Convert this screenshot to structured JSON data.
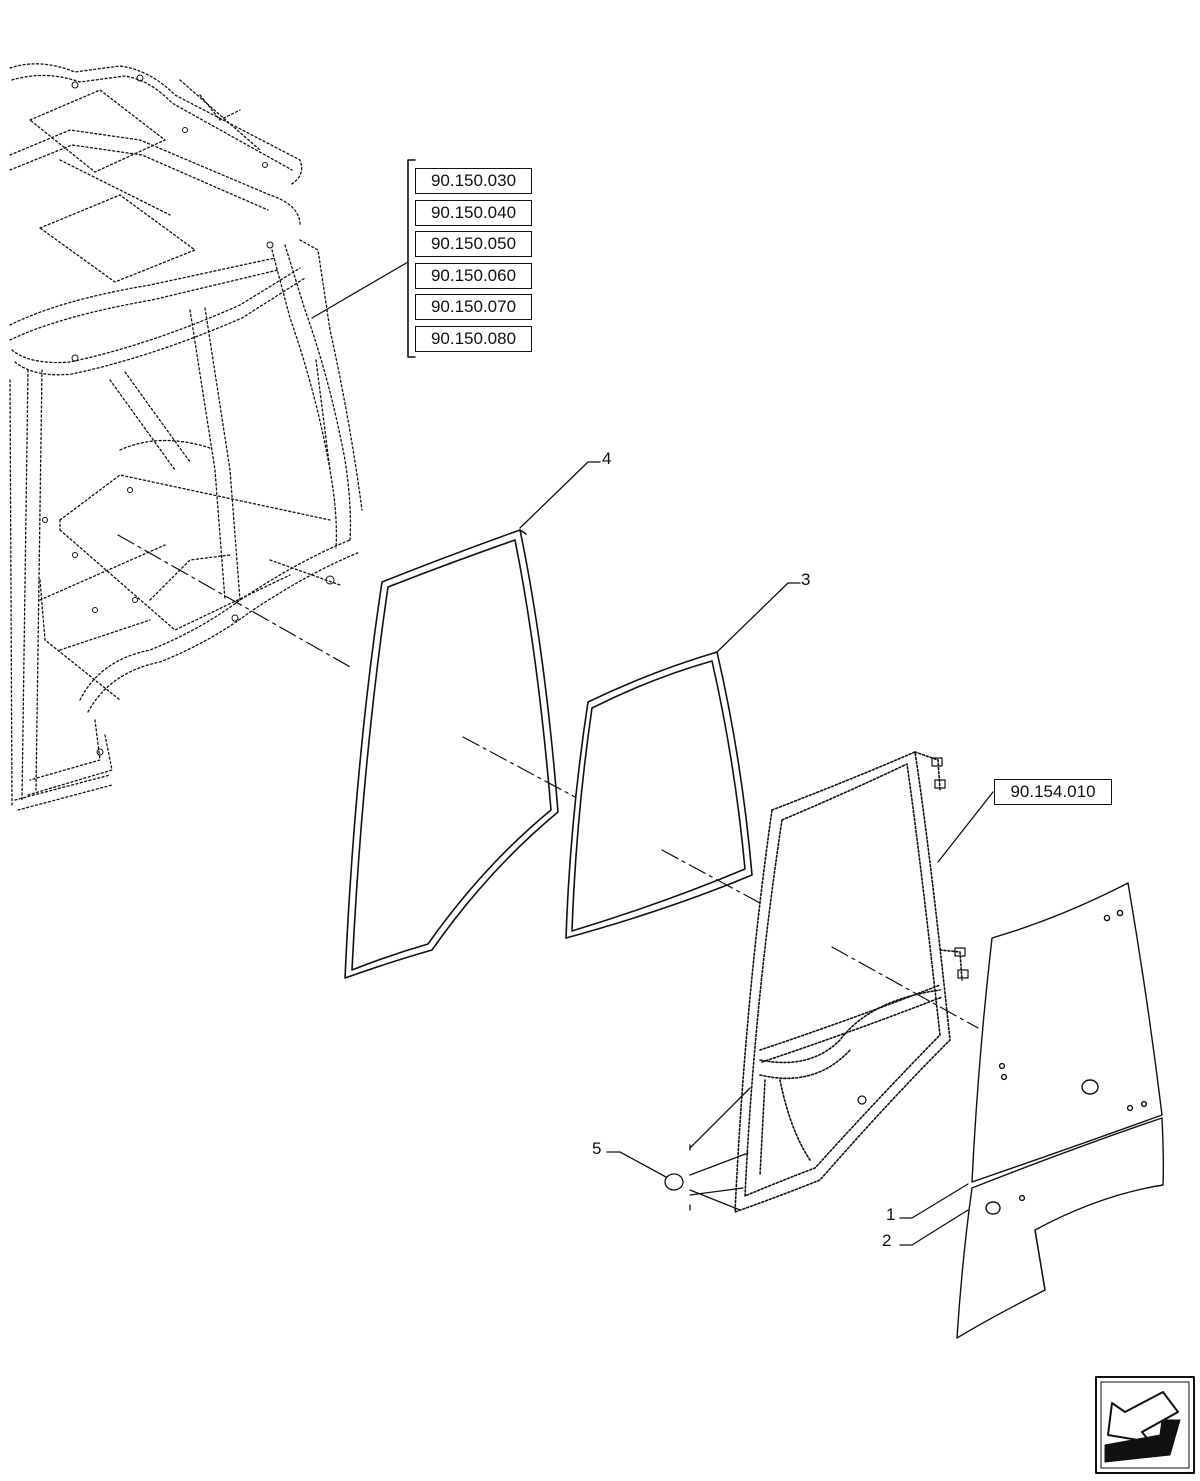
{
  "reference_codes": [
    {
      "id": "ref-1",
      "label": "90.150.030"
    },
    {
      "id": "ref-2",
      "label": "90.150.040"
    },
    {
      "id": "ref-3",
      "label": "90.150.050"
    },
    {
      "id": "ref-4",
      "label": "90.150.060"
    },
    {
      "id": "ref-5",
      "label": "90.150.070"
    },
    {
      "id": "ref-6",
      "label": "90.150.080"
    }
  ],
  "door_frame_reference": "90.154.010",
  "callouts": [
    "1",
    "2",
    "3",
    "4",
    "5"
  ],
  "colors": {
    "line": "#111111",
    "background": "#ffffff"
  },
  "icons": [
    "navigation-arrow-icon"
  ]
}
